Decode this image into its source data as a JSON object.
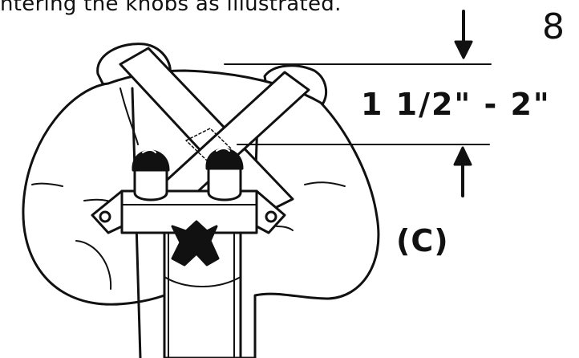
{
  "caption": "ntering the knobs as illustrated.",
  "step_number": "8",
  "measurement": "1 1/2\" - 2\"",
  "part_label": "(C)",
  "colors": {
    "ink": "#111111",
    "paper": "#ffffff"
  },
  "icons": [
    "arrow-down-icon",
    "arrow-up-icon"
  ]
}
